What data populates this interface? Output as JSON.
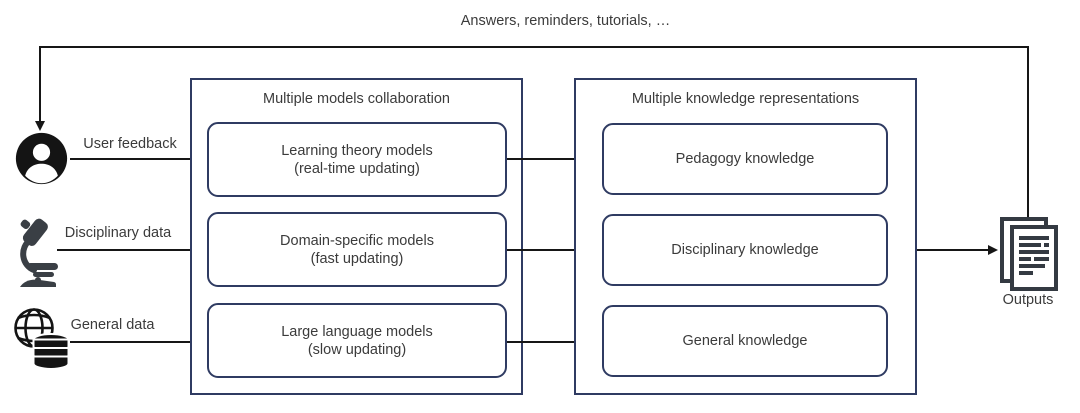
{
  "feedback_loop": {
    "label": "Answers, reminders, tutorials, …"
  },
  "inputs": [
    {
      "icon": "user-icon",
      "label": "User feedback"
    },
    {
      "icon": "microscope-icon",
      "label": "Disciplinary data"
    },
    {
      "icon": "globe-database-icon",
      "label": "General data"
    }
  ],
  "models_panel": {
    "title": "Multiple models collaboration",
    "boxes": [
      {
        "line1": "Learning theory models",
        "line2": "(real-time updating)"
      },
      {
        "line1": "Domain-specific models",
        "line2": "(fast updating)"
      },
      {
        "line1": "Large language models",
        "line2": "(slow updating)"
      }
    ]
  },
  "knowledge_panel": {
    "title": "Multiple knowledge representations",
    "boxes": [
      {
        "label": "Pedagogy knowledge"
      },
      {
        "label": "Disciplinary knowledge"
      },
      {
        "label": "General knowledge"
      }
    ]
  },
  "output": {
    "icon": "documents-icon",
    "label": "Outputs"
  },
  "colors": {
    "panel_border": "#2f3b62",
    "line": "#161616",
    "text": "#3b3b3b",
    "icon_dark": "#343a42"
  }
}
